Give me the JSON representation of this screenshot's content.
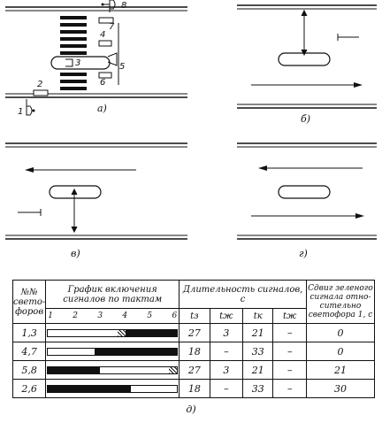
{
  "panels": {
    "a": {
      "label": "а)",
      "markers": [
        "1",
        "2",
        "3",
        "4",
        "5",
        "6",
        "7",
        "8"
      ]
    },
    "b": {
      "label": "б)"
    },
    "v": {
      "label": "в)"
    },
    "g": {
      "label": "г)"
    }
  },
  "table": {
    "col_num": "№№ свето- форов",
    "col_graph": "График включения сигналов по тактам",
    "tick_labels": [
      "1",
      "2",
      "3",
      "4",
      "5",
      "6"
    ],
    "col_duration": "Длительность сигналов, с",
    "dur_sub": [
      "tз",
      "tж",
      "tк",
      "tж"
    ],
    "col_shift": "Сдвиг зеленого сигнала отно- сительно светофора 1, с",
    "rows": [
      {
        "ids": "1,3",
        "tz": "27",
        "tzh1": "3",
        "tk": "21",
        "tzh2": "–",
        "shift": "0",
        "segments": [
          {
            "from": 0.0,
            "to": 0.54,
            "kind": "white"
          },
          {
            "from": 0.54,
            "to": 0.6,
            "kind": "hatch"
          },
          {
            "from": 0.6,
            "to": 1.0,
            "kind": "black"
          }
        ]
      },
      {
        "ids": "4,7",
        "tz": "18",
        "tzh1": "–",
        "tk": "33",
        "tzh2": "–",
        "shift": "0",
        "segments": [
          {
            "from": 0.0,
            "to": 0.36,
            "kind": "white"
          },
          {
            "from": 0.36,
            "to": 1.0,
            "kind": "black"
          }
        ]
      },
      {
        "ids": "5,8",
        "tz": "27",
        "tzh1": "3",
        "tk": "21",
        "tzh2": "–",
        "shift": "21",
        "segments": [
          {
            "from": 0.0,
            "to": 0.4,
            "kind": "black"
          },
          {
            "from": 0.4,
            "to": 0.94,
            "kind": "white"
          },
          {
            "from": 0.94,
            "to": 1.0,
            "kind": "hatch"
          }
        ]
      },
      {
        "ids": "2,6",
        "tz": "18",
        "tzh1": "–",
        "tk": "33",
        "tzh2": "–",
        "shift": "30",
        "segments": [
          {
            "from": 0.0,
            "to": 0.64,
            "kind": "black"
          },
          {
            "from": 0.64,
            "to": 1.0,
            "kind": "white"
          }
        ]
      }
    ]
  },
  "caption": "д)"
}
